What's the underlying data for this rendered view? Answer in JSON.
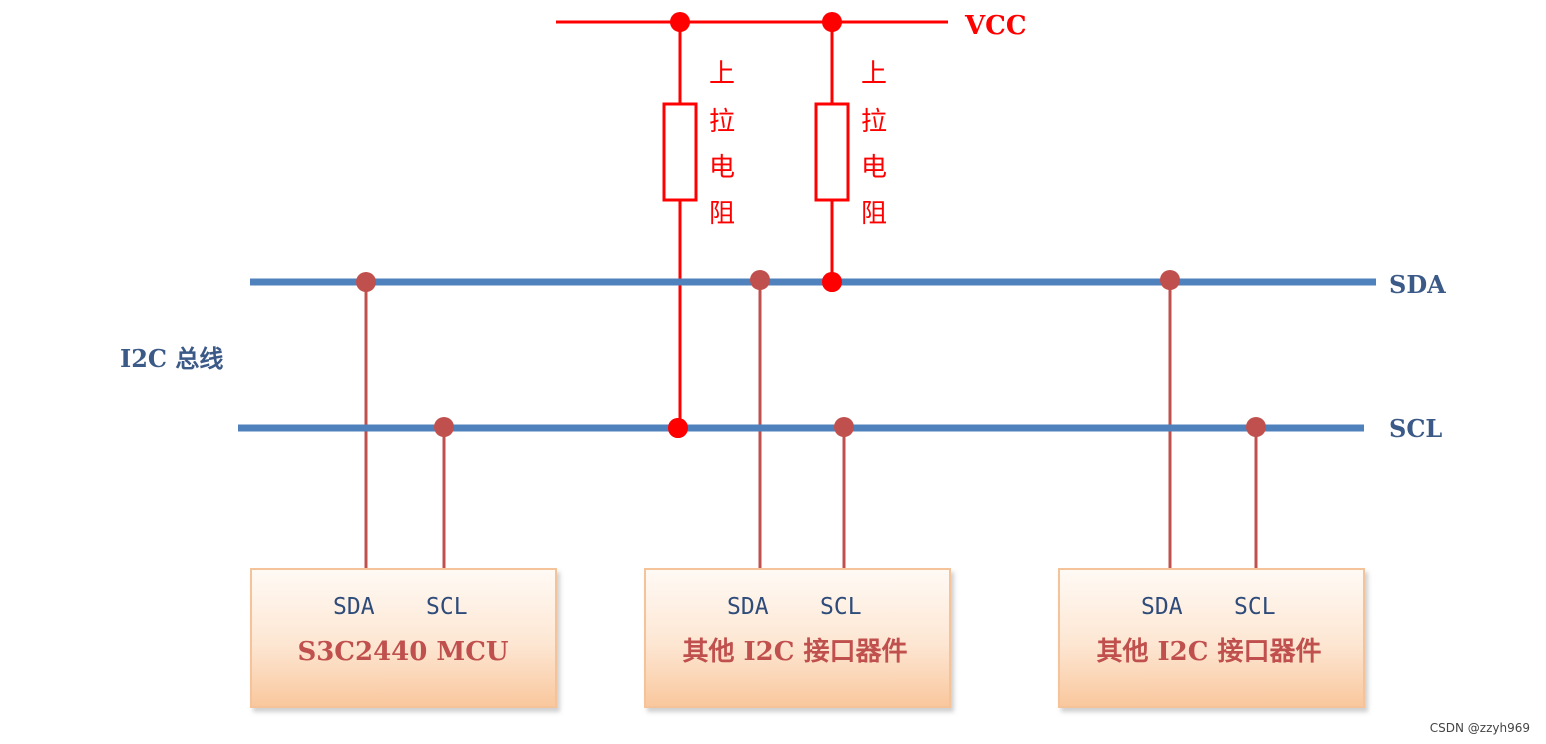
{
  "labels": {
    "vcc": "VCC",
    "sda_bus": "SDA",
    "scl_bus": "SCL",
    "bus_name": "I2C 总线",
    "watermark": "CSDN @zzyh969"
  },
  "pullup_resistors": [
    {
      "chars": [
        "上",
        "拉",
        "电",
        "阻"
      ]
    },
    {
      "chars": [
        "上",
        "拉",
        "电",
        "阻"
      ]
    }
  ],
  "devices": [
    {
      "pin1": "SDA",
      "pin2": "SCL",
      "title": "S3C2440 MCU"
    },
    {
      "pin1": "SDA",
      "pin2": "SCL",
      "title": "其他 I2C 接口器件"
    },
    {
      "pin1": "SDA",
      "pin2": "SCL",
      "title": "其他 I2C 接口器件"
    }
  ],
  "colors": {
    "power": "#ff0000",
    "bus": "#4f81bd",
    "tap": "#c0504d",
    "device_box_top": "#fffaf5",
    "device_box_bottom": "#fbd0a9",
    "device_border": "#f5c39a"
  }
}
